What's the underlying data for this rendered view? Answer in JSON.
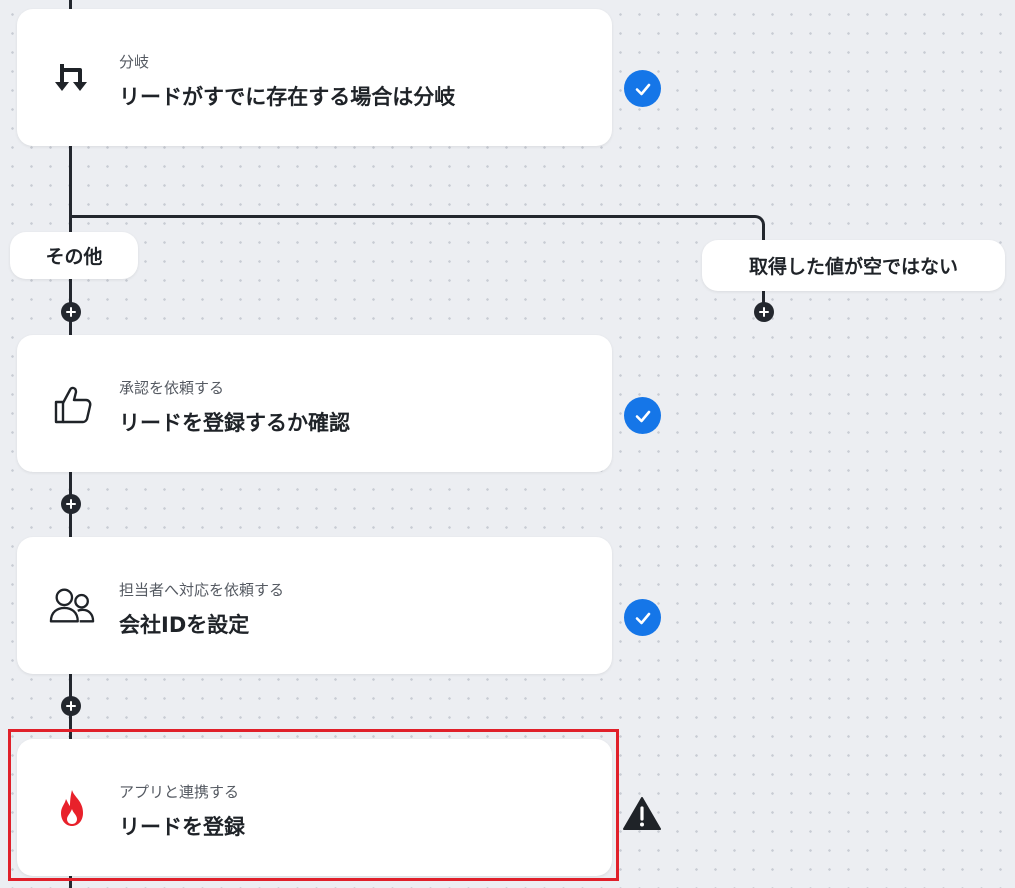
{
  "colors": {
    "line": "#23272e",
    "check_blue": "#1576e8",
    "highlight_red": "#e0202a",
    "fire_red": "#e8212b"
  },
  "steps": [
    {
      "icon": "branch-icon",
      "subtitle": "分岐",
      "title": "リードがすでに存在する場合は分岐",
      "status": "check"
    },
    {
      "icon": "thumbs-up-icon",
      "subtitle": "承認を依頼する",
      "title": "リードを登録するか確認",
      "status": "check"
    },
    {
      "icon": "users-icon",
      "subtitle": "担当者へ対応を依頼する",
      "title": "会社IDを設定",
      "status": "check"
    },
    {
      "icon": "fire-app-icon",
      "subtitle": "アプリと連携する",
      "title": "リードを登録",
      "status": "warning"
    }
  ],
  "branches": {
    "left_label": "その他",
    "right_label": "取得した値が空ではない"
  }
}
